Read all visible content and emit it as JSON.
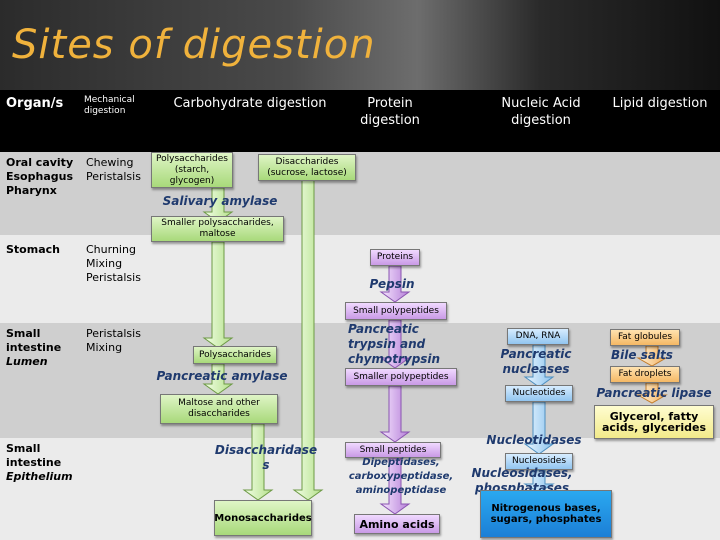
{
  "title": "Sites of digestion",
  "columns": {
    "organ": "Organ/s",
    "mechanical": "Mechanical digestion",
    "carbohydrate": "Carbohydrate digestion",
    "protein": "Protein digestion",
    "nucleic": "Nucleic Acid digestion",
    "lipid": "Lipid digestion"
  },
  "rows": [
    {
      "organ": "Oral cavity\nEsophagus\nPharynx",
      "mechanical": "Chewing\nPeristalsis"
    },
    {
      "organ": "Stomach",
      "mechanical": "Churning\nMixing\nPeristalsis"
    },
    {
      "organ": "Small intestine",
      "organ_sub": "Lumen",
      "mechanical": "Peristalsis\nMixing"
    },
    {
      "organ": "Small intestine",
      "organ_sub": "Epithelium",
      "mechanical": ""
    }
  ],
  "carb": {
    "polysaccharides_starch": "Polysaccharides (starch, glycogen)",
    "disaccharides_top": "Disaccharides (sucrose, lactose)",
    "salivary_amylase": "Salivary amylase",
    "smaller_polysaccharides": "Smaller polysaccharides, maltose",
    "polysaccharides": "Polysaccharides",
    "pancreatic_amylase": "Pancreatic amylase",
    "maltose_other": "Maltose and other disaccharides",
    "disaccharidases": "Disaccharidases",
    "monosaccharides": "Monosaccharides"
  },
  "protein": {
    "proteins": "Proteins",
    "pepsin": "Pepsin",
    "small_polypeptides": "Small polypeptides",
    "trypsin": "Pancreatic trypsin and chymotrypsin",
    "smaller_polypeptides": "Smaller polypeptides",
    "small_peptides": "Small peptides",
    "peptidases": "Dipeptidases, carboxypeptidase, aminopeptidase",
    "amino_acids": "Amino acids"
  },
  "nucleic": {
    "dna_rna": "DNA, RNA",
    "nucleases": "Pancreatic nucleases",
    "nucleotides": "Nucleotides",
    "nucleotidases": "Nucleotidases",
    "nucleosides": "Nucleosides",
    "nucleosidases": "Nucleosidases, phosphatases",
    "products": "Nitrogenous bases, sugars, phosphates"
  },
  "lipid": {
    "fat_globules": "Fat globules",
    "bile_salts": "Bile salts",
    "fat_droplets": "Fat droplets",
    "pancreatic_lipase": "Pancreatic lipase",
    "products": "Glycerol, fatty acids, glycerides"
  },
  "colors": {
    "title": "#f0b23c",
    "enzyme": "#1f3a6e"
  }
}
